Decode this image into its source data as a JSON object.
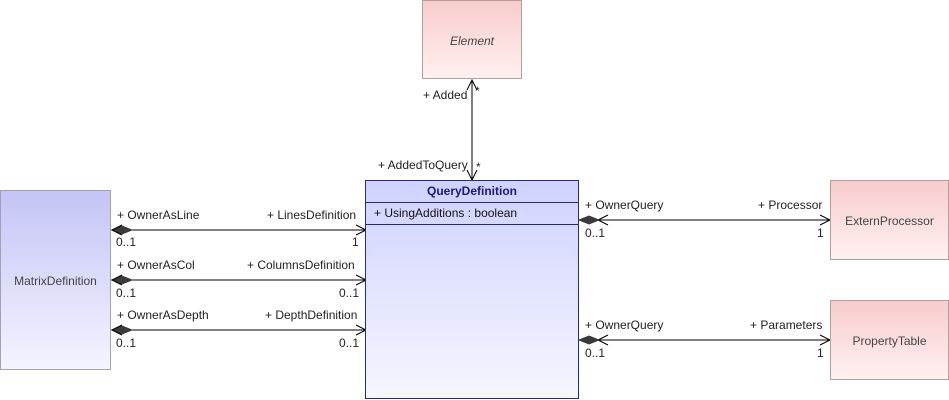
{
  "classes": {
    "element": "Element",
    "query_definition": "QueryDefinition",
    "query_attribute": "+ UsingAdditions : boolean",
    "matrix_definition": "MatrixDefinition",
    "extern_processor": "ExternProcessor",
    "property_table": "PropertyTable"
  },
  "associations": {
    "added": {
      "source_role": "+ Added",
      "source_mult": "*",
      "target_role": "+ AddedToQuery",
      "target_mult": "*"
    },
    "lines": {
      "source_role": "+ OwnerAsLine",
      "source_mult": "0..1",
      "target_role": "+ LinesDefinition",
      "target_mult": "1"
    },
    "columns": {
      "source_role": "+ OwnerAsCol",
      "source_mult": "0..1",
      "target_role": "+ ColumnsDefinition",
      "target_mult": "0..1"
    },
    "depth": {
      "source_role": "+ OwnerAsDepth",
      "source_mult": "0..1",
      "target_role": "+ DepthDefinition",
      "target_mult": "0..1"
    },
    "processor": {
      "source_role": "+ OwnerQuery",
      "source_mult": "0..1",
      "target_role": "+ Processor",
      "target_mult": "1"
    },
    "parameters": {
      "source_role": "+ OwnerQuery",
      "source_mult": "0..1",
      "target_role": "+ Parameters",
      "target_mult": "1"
    }
  },
  "colors": {
    "abstract_fill": "#f8cccc",
    "class_fill": "#c4c4f6",
    "selected_border": "#2a2a7a",
    "selected_title": "#1a1a7a"
  }
}
